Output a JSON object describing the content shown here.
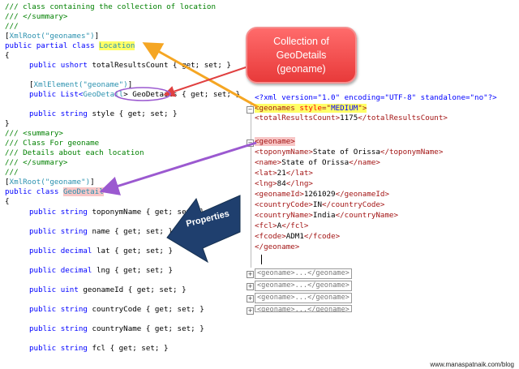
{
  "code": {
    "l1": "/// class containing the collection of location",
    "l2": "/// </summary>",
    "l3": "///",
    "l4_attr": "XmlRoot(\"geonames\")",
    "l5_a": "public partial class",
    "l5_b": "Location",
    "l6": "{",
    "l7_a": "public ushort",
    "l7_b": " totalResultsCount { get; set; }",
    "l8_attr": "XmlElement(\"geoname\")",
    "l9_a": "public List<",
    "l9_b": "GeoDetail",
    "l9_c": "> GeoDetails { get; set; }",
    "l10_a": "public string",
    "l10_b": " style { get; set; }",
    "l11": "}",
    "l12": "/// <summary>",
    "l13": "/// Class For geoname",
    "l14": "/// Details about each location",
    "l15": "/// </summary>",
    "l16": "///",
    "l17_attr": "XmlRoot(\"geoname\")",
    "l18_a": "public class",
    "l18_b": "GeoDetail",
    "l19": "{",
    "p1_a": "public string",
    "p1_b": " toponymName { get; set; }",
    "p2_a": "public string",
    "p2_b": " name { get; set; }",
    "p3_a": "public decimal",
    "p3_b": " lat { get; set; }",
    "p4_a": "public decimal",
    "p4_b": " lng { get; set; }",
    "p5_a": "public uint",
    "p5_b": " geonameId { get; set; }",
    "p6_a": "public string",
    "p6_b": " countryCode { get; set; }",
    "p7_a": "public string",
    "p7_b": " countryName { get; set; }",
    "p8_a": "public string",
    "p8_b": " fcl { get; set; }"
  },
  "xml": {
    "decl": "<?xml version=\"1.0\" encoding=\"UTF-8\" standalone=\"no\"?>",
    "root_open_a": "<geonames ",
    "root_attr": "style",
    "root_eq": "=\"",
    "root_val": "MEDIUM",
    "root_close": "\">",
    "total_open": "<totalResultsCount>",
    "total_val": "1175",
    "total_close": "</totalResultsCount>",
    "geo_open": "<geoname>",
    "topo_open": "<toponymName>",
    "topo_val": "State of Orissa",
    "topo_close": "</toponymName>",
    "name_open": "<name>",
    "name_val": "State of Orissa",
    "name_close": "</name>",
    "lat_open": "<lat>",
    "lat_val": "21",
    "lat_close": "</lat>",
    "lng_open": "<lng>",
    "lng_val": "84",
    "lng_close": "</lng>",
    "gid_open": "<geonameId>",
    "gid_val": "1261029",
    "gid_close": "</geonameId>",
    "cc_open": "<countryCode>",
    "cc_val": "IN",
    "cc_close": "</countryCode>",
    "cn_open": "<countryName>",
    "cn_val": "India",
    "cn_close": "</countryName>",
    "fcl_open": "<fcl>",
    "fcl_val": "A",
    "fcl_close": "</fcl>",
    "fcode_open": "<fcode>",
    "fcode_val": "ADM1",
    "fcode_close": "</fcode>",
    "geo_close": "</geoname>",
    "collapsed": [
      "<geoname>...</geoname>",
      "<geoname>...</geoname>",
      "<geoname>...</geoname>",
      "<geoname>...</geoname>"
    ]
  },
  "callout": {
    "line1": "Collection of",
    "line2": "GeoDetails",
    "line3": "(geoname)"
  },
  "properties_label": "Properties",
  "watermark": "www.manaspatnaik.com/blog",
  "colors": {
    "callout_red": "#e83a3a",
    "arrow_orange": "#f5a623",
    "arrow_purple": "#9b59d0",
    "big_arrow_navy": "#1f3f6e",
    "highlight_yellow": "#ffff66",
    "highlight_pink": "#f8c6c6"
  }
}
